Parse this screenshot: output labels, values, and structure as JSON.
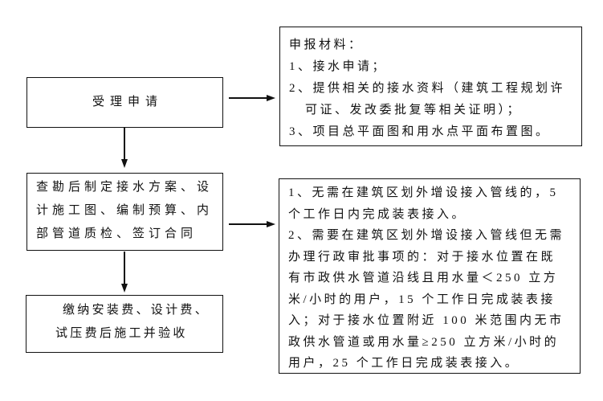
{
  "diagram": {
    "type": "flowchart",
    "colors": {
      "background": "#ffffff",
      "line": "#111111",
      "text": "#111111"
    },
    "boxes": {
      "accept_application": {
        "label": "受理申请"
      },
      "survey_design": {
        "lines": [
          "查勘后制定接水方案、设",
          "计施工图、编制预算、内",
          "部管道质检、签订合同"
        ]
      },
      "pay_fees_construct": {
        "lines": [
          "缴纳安装费、设计费、",
          "试压费后施工并验收"
        ]
      },
      "application_materials": {
        "lines": [
          "申报材料：",
          "1、接水申请；",
          "2、提供相关的接水资料（建筑工程规划许",
          "可证、发改委批复等相关证明）；",
          "3、项目总平面图和用水点平面布置图。"
        ]
      },
      "connection_timelines": {
        "lines": [
          "1、无需在建筑区划外增设接入管线的，5",
          "个工作日内完成装表接入。",
          "2、需要在建筑区划外增设接入管线但无需",
          "办理行政审批事项的：对于接水位置在既",
          "有市政供水管道沿线且用水量＜250 立方",
          "米/小时的用户，15 个工作日完成装表接",
          "入；对于接水位置附近 100 米范围内无市",
          "政供水管道或用水量≥250 立方米/小时的",
          "用户，25 个工作日完成装表接入。"
        ]
      }
    }
  }
}
